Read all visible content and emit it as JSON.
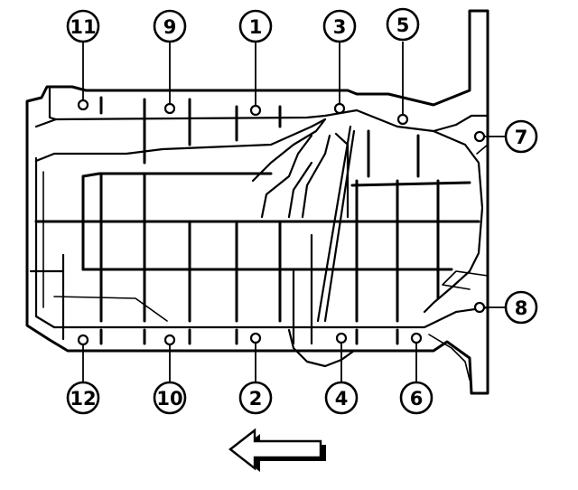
{
  "diagram": {
    "callouts_top": [
      {
        "id": "bolt-11",
        "label": "11"
      },
      {
        "id": "bolt-9",
        "label": "9"
      },
      {
        "id": "bolt-1",
        "label": "1"
      },
      {
        "id": "bolt-3",
        "label": "3"
      },
      {
        "id": "bolt-5",
        "label": "5"
      }
    ],
    "callouts_right": [
      {
        "id": "bolt-7",
        "label": "7"
      },
      {
        "id": "bolt-8",
        "label": "8"
      }
    ],
    "callouts_bottom": [
      {
        "id": "bolt-12",
        "label": "12"
      },
      {
        "id": "bolt-10",
        "label": "10"
      },
      {
        "id": "bolt-2",
        "label": "2"
      },
      {
        "id": "bolt-4",
        "label": "4"
      },
      {
        "id": "bolt-6",
        "label": "6"
      }
    ],
    "direction_arrow": "left",
    "line_color": "#000000",
    "background_color": "#ffffff"
  }
}
